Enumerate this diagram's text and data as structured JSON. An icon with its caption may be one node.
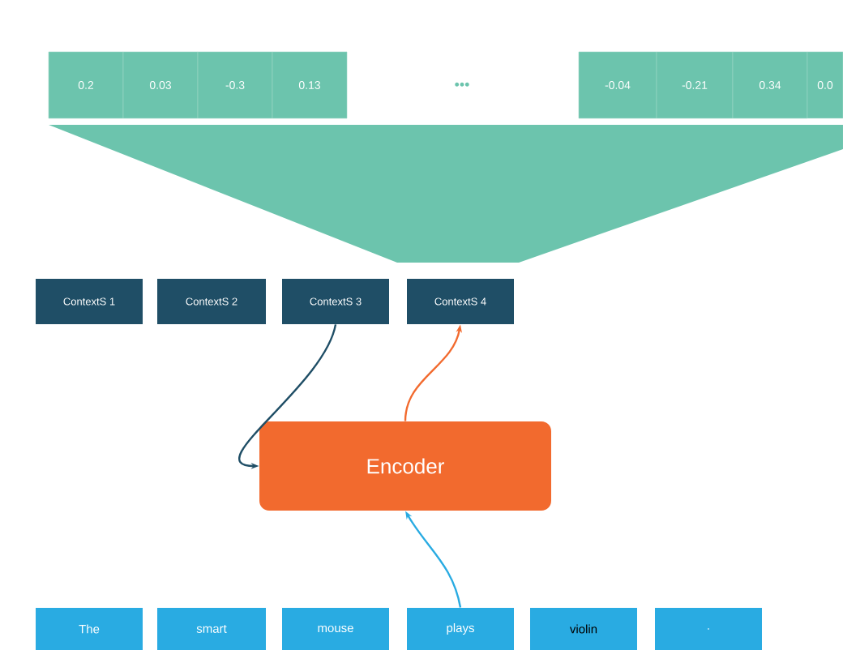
{
  "diagram": {
    "nodes": [
      {
        "text": [
          "0.2"
        ]
      },
      {
        "text": [
          "0.03"
        ]
      },
      {
        "text": [
          "-0.3"
        ]
      },
      {
        "text": [
          "0.13"
        ]
      },
      {
        "text": [
          "-0.04"
        ]
      },
      {
        "text": [
          "-0.21"
        ]
      },
      {
        "text": [
          "0.34"
        ]
      },
      {
        "text": [
          "0.0"
        ]
      },
      {
        "text": [
          "ContextS 1"
        ]
      },
      {
        "text": [
          "ContextS 2"
        ]
      },
      {
        "text": [
          "ContextS 3"
        ]
      },
      {
        "text": [
          "ContextS 4"
        ]
      },
      {
        "text": [
          "Encoder"
        ]
      },
      {
        "text": [
          "The"
        ]
      },
      {
        "text": [
          "smart"
        ]
      },
      {
        "text": [
          "mouse"
        ]
      },
      {
        "text": [
          "plays"
        ]
      },
      {
        "text": [
          "violin"
        ]
      },
      {
        "text": [
          "."
        ]
      }
    ],
    "edges": [
      {
        "from": 10,
        "to": 12,
        "arrow": "to",
        "color": "#1f4e66"
      },
      {
        "from": 12,
        "to": 11,
        "arrow": "to",
        "color": "#f26a2e"
      },
      {
        "from": 16,
        "to": 12,
        "arrow": "to",
        "color": "#29abe2"
      }
    ],
    "labels": [
      "•••"
    ]
  }
}
